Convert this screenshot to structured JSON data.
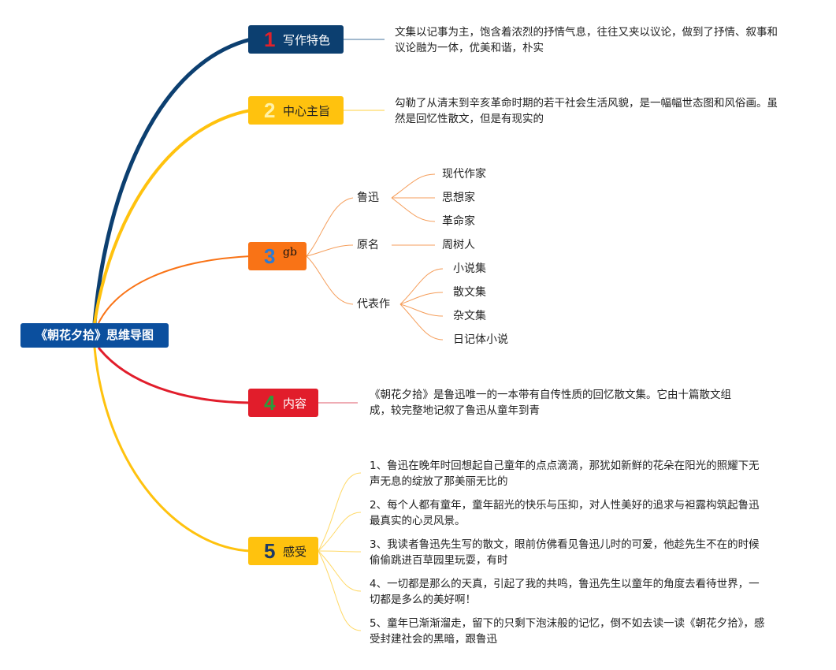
{
  "root": {
    "title": "《朝花夕拾》思维导图"
  },
  "branches": [
    {
      "num": "1",
      "label": "写作特色",
      "texts": [
        "文集以记事为主，饱含着浓烈的抒情气息，往往又夹以议论，做到了抒情、叙事和议论融为一体，优美和谐，朴实"
      ]
    },
    {
      "num": "2",
      "label": "中心主旨",
      "texts": [
        "勾勒了从清末到辛亥革命时期的若干社会生活风貌，是一幅幅世态图和风俗画。虽然是回忆性散文，但是有现实的"
      ]
    },
    {
      "num": "3",
      "label": "gb",
      "groups": [
        {
          "label": "鲁迅",
          "items": [
            "现代作家",
            "思想家",
            "革命家"
          ]
        },
        {
          "label": "原名",
          "items": [
            "周树人"
          ]
        },
        {
          "label": "代表作",
          "items": [
            "小说集",
            "散文集",
            "杂文集",
            "日记体小说"
          ]
        }
      ]
    },
    {
      "num": "4",
      "label": "内容",
      "texts": [
        "《朝花夕拾》是鲁迅唯一的一本带有自传性质的回忆散文集。它由十篇散文组成，较完整地记叙了鲁迅从童年到青"
      ]
    },
    {
      "num": "5",
      "label": "感受",
      "texts": [
        "1、鲁迅在晚年时回想起自己童年的点点滴滴，那犹如新鲜的花朵在阳光的照耀下无声无息的绽放了那美丽无比的",
        "2、每个人都有童年，童年韶光的快乐与压抑，对人性美好的追求与袒露构筑起鲁迅最真实的心灵风景。",
        "3、我读者鲁迅先生写的散文，眼前仿佛看见鲁迅儿时的可爱，他趁先生不在的时候偷偷跳进百草园里玩耍，有时",
        "4、一切都是那么的天真，引起了我的共鸣，鲁迅先生以童年的角度去看待世界，一切都是多么的美好啊！",
        "5、童年已渐渐溜走，留下的只剩下泡沫般的记忆，倒不如去读一读《朝花夕拾》，感受封建社会的黑暗，跟鲁迅"
      ]
    }
  ],
  "colors": {
    "root": "#0b4f9e",
    "branch1": "#0c3f70",
    "branch2": "#ffc20e",
    "branch3": "#f97316",
    "branch4": "#e11d2b",
    "branch5": "#ffc20e"
  }
}
